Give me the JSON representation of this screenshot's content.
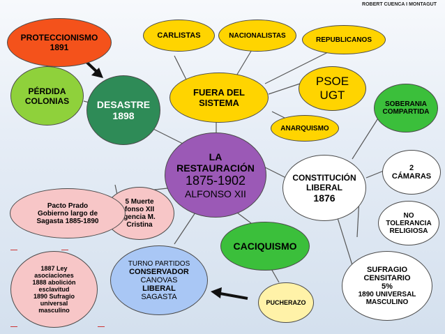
{
  "author": "ROBERT  CUENCA I MONTAGUT",
  "colors": {
    "orange_red": "#f4521b",
    "yellow": "#ffd400",
    "green": "#8fd13b",
    "dark_green": "#3bbf3b",
    "teal": "#2e8b57",
    "purple": "#9b59b6",
    "pink": "#f7c6c7",
    "light_blue": "#a9c7f5",
    "pale_yellow": "#fff2a8",
    "white": "#ffffff"
  },
  "nodes": {
    "proteccionismo": {
      "line1": "PROTECCIONISMO",
      "line2": "1891"
    },
    "perdida": {
      "line1": "PÉRDIDA",
      "line2": "COLONIAS"
    },
    "desastre": {
      "line1": "DESASTRE",
      "line2": "1898"
    },
    "carlistas": {
      "label": "CARLISTAS"
    },
    "nacionalistas": {
      "label": "NACIONALISTAS"
    },
    "republicanos": {
      "label": "REPUBLICANOS"
    },
    "fuera": {
      "line1": "FUERA DEL",
      "line2": "SISTEMA"
    },
    "psoe": {
      "line1": "PSOE",
      "line2": "UGT"
    },
    "anarquismo": {
      "label": "ANARQUISMO"
    },
    "soberania": {
      "line1": "SOBERANIA",
      "line2": "COMPARTIDA"
    },
    "restauracion": {
      "line1": "LA",
      "line2": "RESTAURACIÓN",
      "line3": "1875-1902",
      "line4": "ALFONSO XII"
    },
    "constitucion": {
      "line1": "CONSTITUCIÓN",
      "line2": "LIBERAL",
      "line3": "1876"
    },
    "camaras": {
      "line1": "2",
      "line2": "CÁMARAS"
    },
    "tolerancia": {
      "line1": "NO",
      "line2": "TOLERANCIA",
      "line3": "RELIGIOSA"
    },
    "pacto": {
      "line1": "Pacto Prado",
      "line2": "Gobierno largo de",
      "line3": "Sagasta  1885-1890"
    },
    "muerte": {
      "line1": "5 Muerte",
      "line2": "fonso XII",
      "line3": "gencia M.",
      "line4": "Cristina"
    },
    "caciquismo": {
      "label": "CACIQUISMO"
    },
    "turno": {
      "line1": "TURNO PARTIDOS",
      "line2": "CONSERVADOR",
      "line3": "CANOVAS",
      "line4": "LIBERAL",
      "line5": "SAGASTA"
    },
    "ley": {
      "line1": "1887 Ley",
      "line2": "asociaciones",
      "line3": "1888 abolición",
      "line4": "esclavitud",
      "line5": "1890 Sufragio",
      "line6": "universal",
      "line7": "masculino"
    },
    "sufragio": {
      "line1": "SUFRAGIO",
      "line2": "CENSITARIO",
      "line3": "5%",
      "line4": "1890 UNIVERSAL",
      "line5": "MASCULINO"
    },
    "pucherazo": {
      "label": "PUCHERAZO"
    }
  }
}
